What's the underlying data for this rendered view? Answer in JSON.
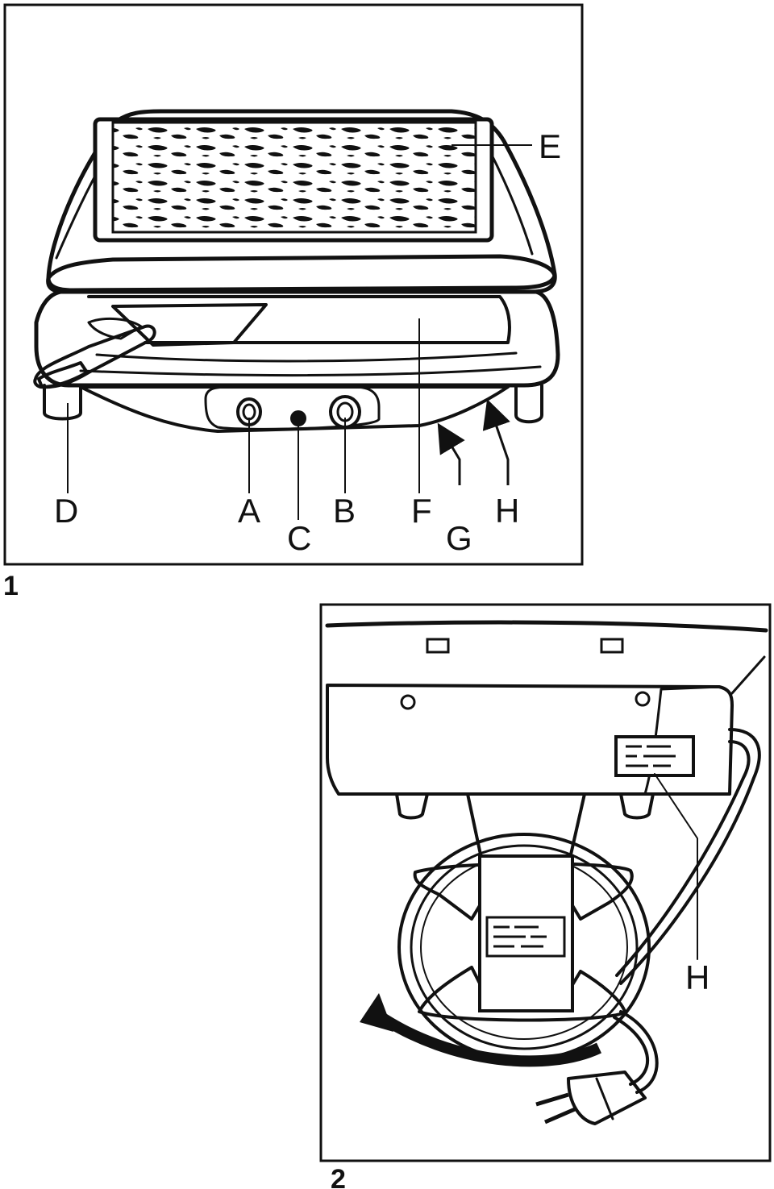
{
  "figure1": {
    "number": "1",
    "labels": {
      "E": "E",
      "D": "D",
      "A": "A",
      "C": "C",
      "B": "B",
      "F": "F",
      "G": "G",
      "H": "H"
    }
  },
  "figure2": {
    "number": "2",
    "labels": {
      "H": "H"
    }
  },
  "colors": {
    "ink": "#111111",
    "paper": "#ffffff"
  }
}
